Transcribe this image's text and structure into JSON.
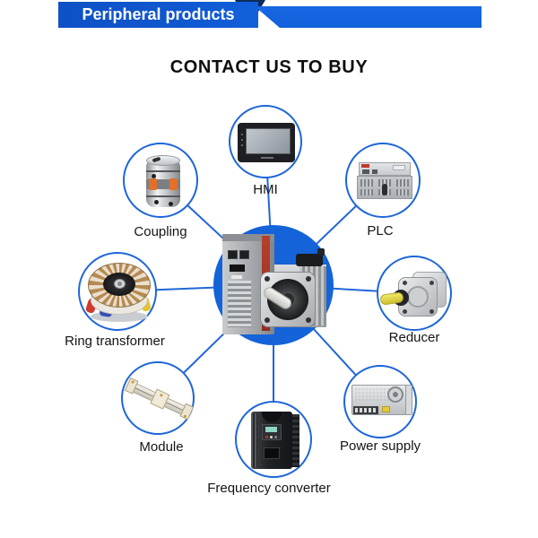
{
  "banner": {
    "text": "Peripheral products"
  },
  "title": "CONTACT US TO BUY",
  "hub": {
    "image": "servo-drive-and-motor"
  },
  "nodes": [
    {
      "id": "hmi",
      "label": "HMI",
      "image": "hmi-touchscreen"
    },
    {
      "id": "coupling",
      "label": "Coupling",
      "image": "jaw-coupling"
    },
    {
      "id": "plc",
      "label": "PLC",
      "image": "plc-module"
    },
    {
      "id": "ring-transformer",
      "label": "Ring transformer",
      "image": "toroidal-transformer"
    },
    {
      "id": "reducer",
      "label": "Reducer",
      "image": "planetary-reducer"
    },
    {
      "id": "module",
      "label": "Module",
      "image": "linear-module"
    },
    {
      "id": "power-supply",
      "label": "Power supply",
      "image": "switching-power-supply"
    },
    {
      "id": "frequency-converter",
      "label": "Frequency converter",
      "image": "frequency-converter-vfd"
    }
  ],
  "colors": {
    "banner_label": "#1057ce",
    "banner_ribbon": "#1768e2",
    "banner_fold": "#0d2c5a",
    "hub_circle": "#1463d8",
    "node_border": "#1e66d8",
    "line": "#2166d9",
    "title_text": "#0e0e0e",
    "label_text": "#141414",
    "banner_text": "#ffffff"
  }
}
